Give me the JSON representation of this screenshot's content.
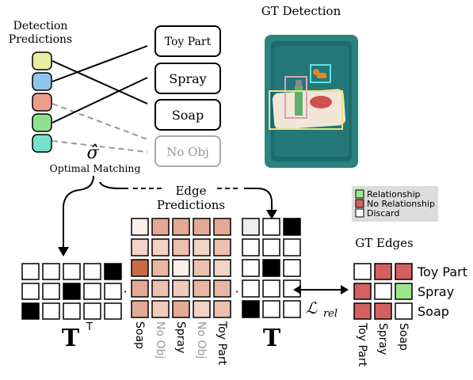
{
  "detection_title": [
    "Detection",
    "Predictions"
  ],
  "gt_detection_title": "GT Detection",
  "matching_symbol": "σ̂",
  "matching_label": "Optimal Matching",
  "edge_predictions_title": [
    "Edge",
    "Predictions"
  ],
  "gt_edges_title": "GT Edges",
  "gt_labels": [
    "Toy Part",
    "Spray",
    "Soap",
    "No Obj"
  ],
  "prediction_colors": [
    "#e6f0a0",
    "#8fc6ec",
    "#ec9e8c",
    "#8ee08e",
    "#76e0cc"
  ],
  "edge_axis_labels": [
    "Soap",
    "No Obj",
    "Spray",
    "No Obj",
    "Toy Part"
  ],
  "gt_edge_col_labels": [
    "Toy Part",
    "Spray",
    "Soap"
  ],
  "gt_edge_row_labels": [
    "Toy Part",
    "Spray",
    "Soap"
  ],
  "legend": {
    "items": [
      {
        "label": "Relationship",
        "color": "#9be88a"
      },
      {
        "label": "No Relationship",
        "color": "#d46060"
      },
      {
        "label": "Discard",
        "color": "#ffffff"
      }
    ]
  },
  "t_transpose_label": "T",
  "t_transpose_sup": "T",
  "t_label": "T",
  "loss_label": "ℒ",
  "loss_sub": "rel",
  "dot": "·",
  "tT_matrix": [
    [
      0,
      0,
      0,
      0,
      1
    ],
    [
      0,
      0,
      1,
      0,
      0
    ],
    [
      1,
      0,
      0,
      0,
      0
    ]
  ],
  "edge_matrix": [
    [
      "#fbeee8",
      "#e3a994",
      "#e3a994",
      "#e3a994",
      "#e3a994"
    ],
    [
      "#f3d3c6",
      "#f3d3c6",
      "#ecc0ae",
      "#f3d3c6",
      "#ecc0ae"
    ],
    [
      "#c86a45",
      "#e8b6a2",
      "#fbeee8",
      "#ecc0ae",
      "#f3d3c6"
    ],
    [
      "#e3a994",
      "#ecc0ae",
      "#f0cbbb",
      "#e8b6a2",
      "#e8b6a2"
    ],
    [
      "#e3a994",
      "#f0cbbb",
      "#e3a994",
      "#f3d3c6",
      "#ecc0ae"
    ]
  ],
  "t_matrix": [
    [
      2,
      0,
      1
    ],
    [
      0,
      0,
      0
    ],
    [
      0,
      1,
      0
    ],
    [
      0,
      0,
      0
    ],
    [
      1,
      0,
      0
    ]
  ],
  "gt_edge_matrix": [
    [
      "#ffffff",
      "#d46060",
      "#d46060"
    ],
    [
      "#d46060",
      "#ffffff",
      "#9be88a"
    ],
    [
      "#d46060",
      "#d46060",
      "#ffffff"
    ]
  ]
}
